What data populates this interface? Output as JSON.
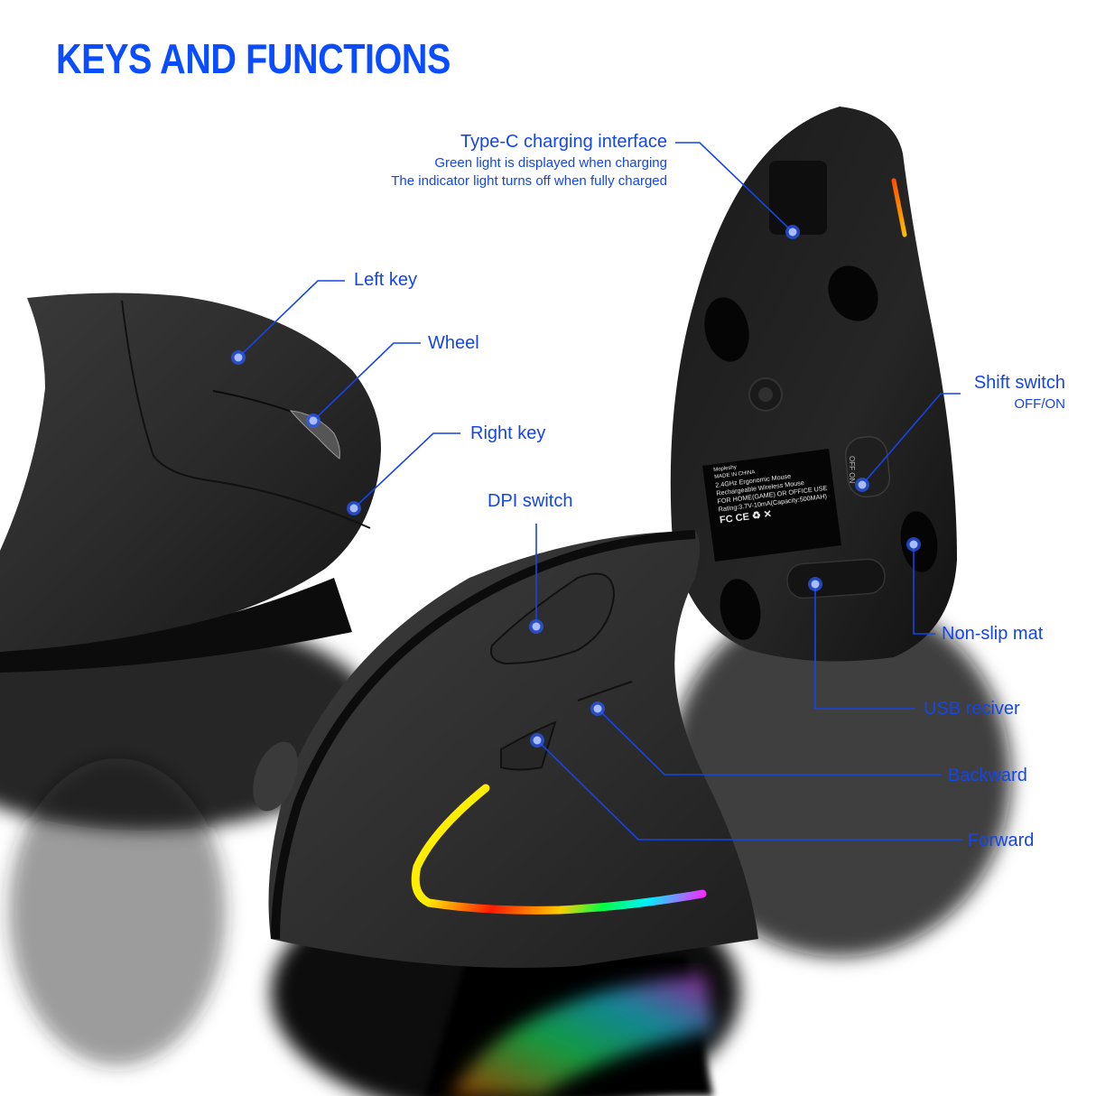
{
  "title": "KEYS AND FUNCTIONS",
  "colors": {
    "accent_blue": "#0a4cff",
    "callout_blue": "#1446e6",
    "marker_fill": "#8fa7ff",
    "mouse_body": "#2b2b2b",
    "background": "#ffffff"
  },
  "callouts": {
    "type_c": {
      "label": "Type-C charging interface",
      "note1": "Green light is displayed when charging",
      "note2": "The indicator light turns off when fully charged"
    },
    "left_key": {
      "label": "Left key"
    },
    "wheel": {
      "label": "Wheel"
    },
    "right_key": {
      "label": "Right key"
    },
    "dpi_switch": {
      "label": "DPI switch"
    },
    "shift_switch": {
      "label": "Shift switch",
      "note": "OFF/ON"
    },
    "non_slip_mat": {
      "label": "Non-slip mat"
    },
    "usb_receiver": {
      "label": "USB reciver"
    },
    "backward": {
      "label": "Backward"
    },
    "forward": {
      "label": "Forward"
    }
  },
  "product_label": {
    "brand": "Mopleshy",
    "origin": "MADE IN CHINA",
    "line1": "2.4GHz Ergonomic Mouse",
    "line2": "Rechargeable Wireless Mouse",
    "line3": "FOR HOME(GAME) OR OFFICE USE",
    "line4": "Rating:3.7V-10mA(Capacity:500MAH)",
    "marks": "FC  CE  ♻  ✕"
  },
  "switch_text": "OFF  ON"
}
